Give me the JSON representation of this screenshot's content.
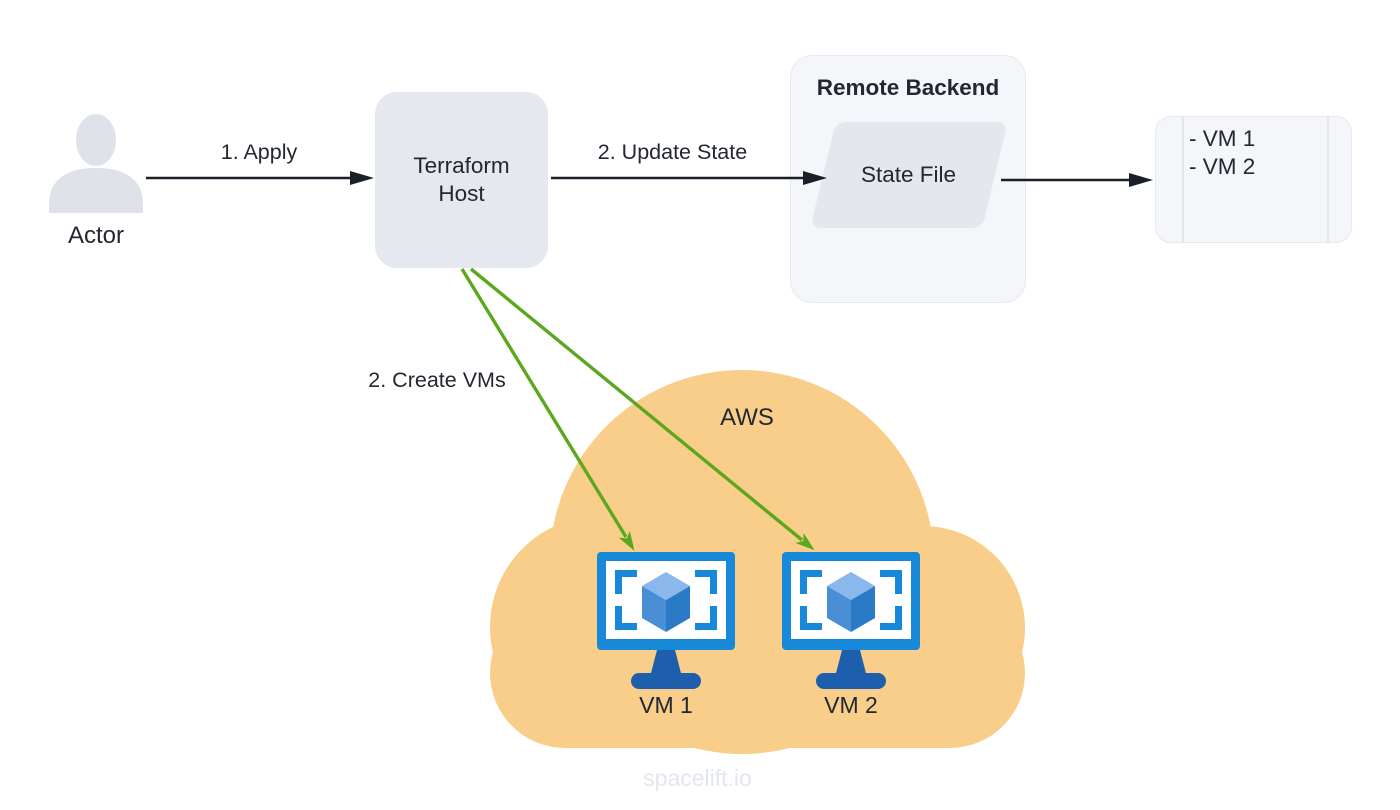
{
  "nodes": {
    "actor": {
      "label": "Actor"
    },
    "terraform_host": {
      "label": "Terraform Host"
    },
    "remote_backend": {
      "title": "Remote Backend",
      "state_file_label": "State File"
    },
    "state_contents": {
      "line1": "- VM 1",
      "line2": "- VM 2"
    },
    "aws_cloud": {
      "label": "AWS",
      "vm1_label": "VM 1",
      "vm2_label": "VM 2"
    }
  },
  "edges": {
    "apply_label": "1. Apply",
    "update_state_label": "2. Update State",
    "create_vms_label": "2. Create VMs"
  },
  "watermark": "spacelift.io",
  "icons": {
    "actor": "person-silhouette-icon",
    "vm": "vm-monitor-icon",
    "cloud": "cloud-shape"
  },
  "colors": {
    "arrow_black": "#1B1F27",
    "arrow_green": "#5BA81E",
    "cloud_fill": "#F8CE8A",
    "monitor_blue": "#1789D8",
    "monitor_stand_blue": "#1E5FAD",
    "cube_top": "#8AB7EC",
    "cube_left": "#4A8FD6",
    "cube_right": "#2B7AC6",
    "node_gray_fill": "#E5E8EE",
    "container_fill": "#F4F6FA",
    "container_border": "#E6E9EF",
    "text_dark": "#23272F",
    "watermark_gray": "#E3E6EF"
  }
}
